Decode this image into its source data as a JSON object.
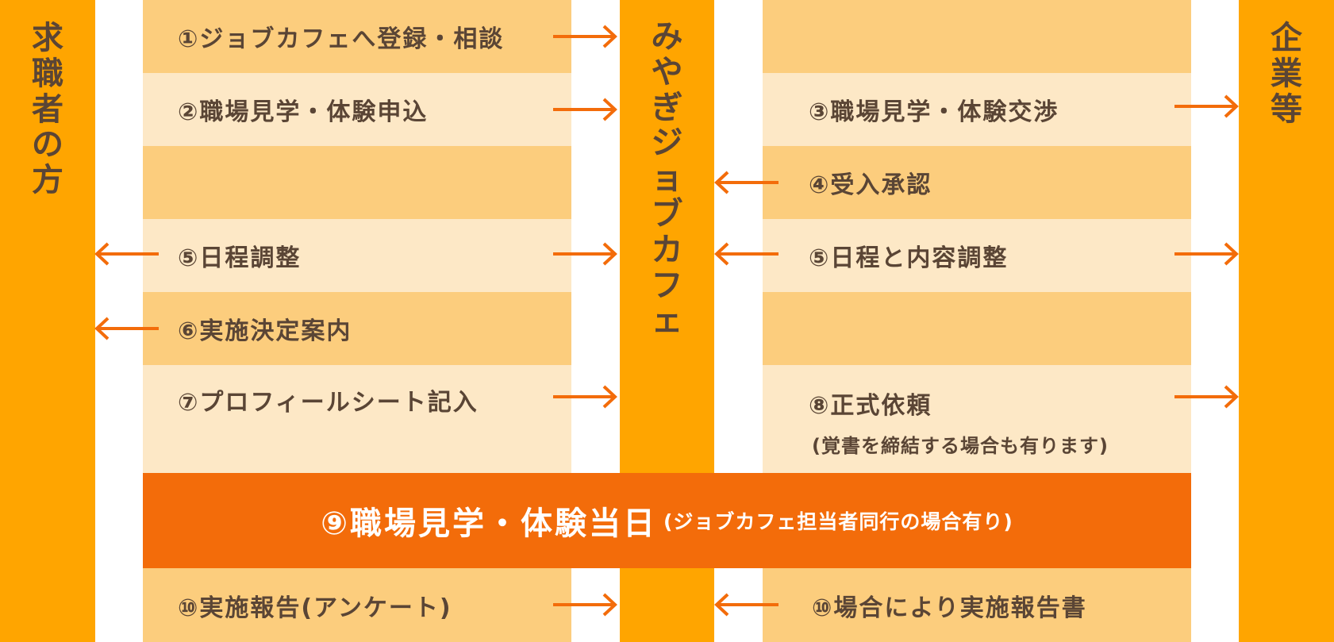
{
  "columns": {
    "job_seeker": "求職者の方",
    "job_cafe": "みやぎジョブカフェ",
    "company": "企業等"
  },
  "seeker_steps": {
    "s1": "①ジョブカフェへ登録・相談",
    "s2": "②職場見学・体験申込",
    "s5": "⑤日程調整",
    "s6": "⑥実施決定案内",
    "s7": "⑦プロフィールシート記入",
    "s10": "⑩実施報告(アンケート)"
  },
  "company_steps": {
    "s3": "③職場見学・体験交渉",
    "s4": "④受入承認",
    "s5": "⑤日程と内容調整",
    "s8": "⑧正式依頼",
    "s8_note": "(覚書を締結する場合も有ります)",
    "s10": "⑩場合により実施報告書"
  },
  "banner": {
    "main": "⑨職場見学・体験当日",
    "note": "(ジョブカフェ担当者同行の場合有り)"
  },
  "colors": {
    "column": "#ffa500",
    "row_dark": "#fccd7d",
    "row_light": "#fde8c6",
    "arrow": "#f36c0a",
    "banner": "#f36c0a",
    "text": "#5a4535"
  }
}
